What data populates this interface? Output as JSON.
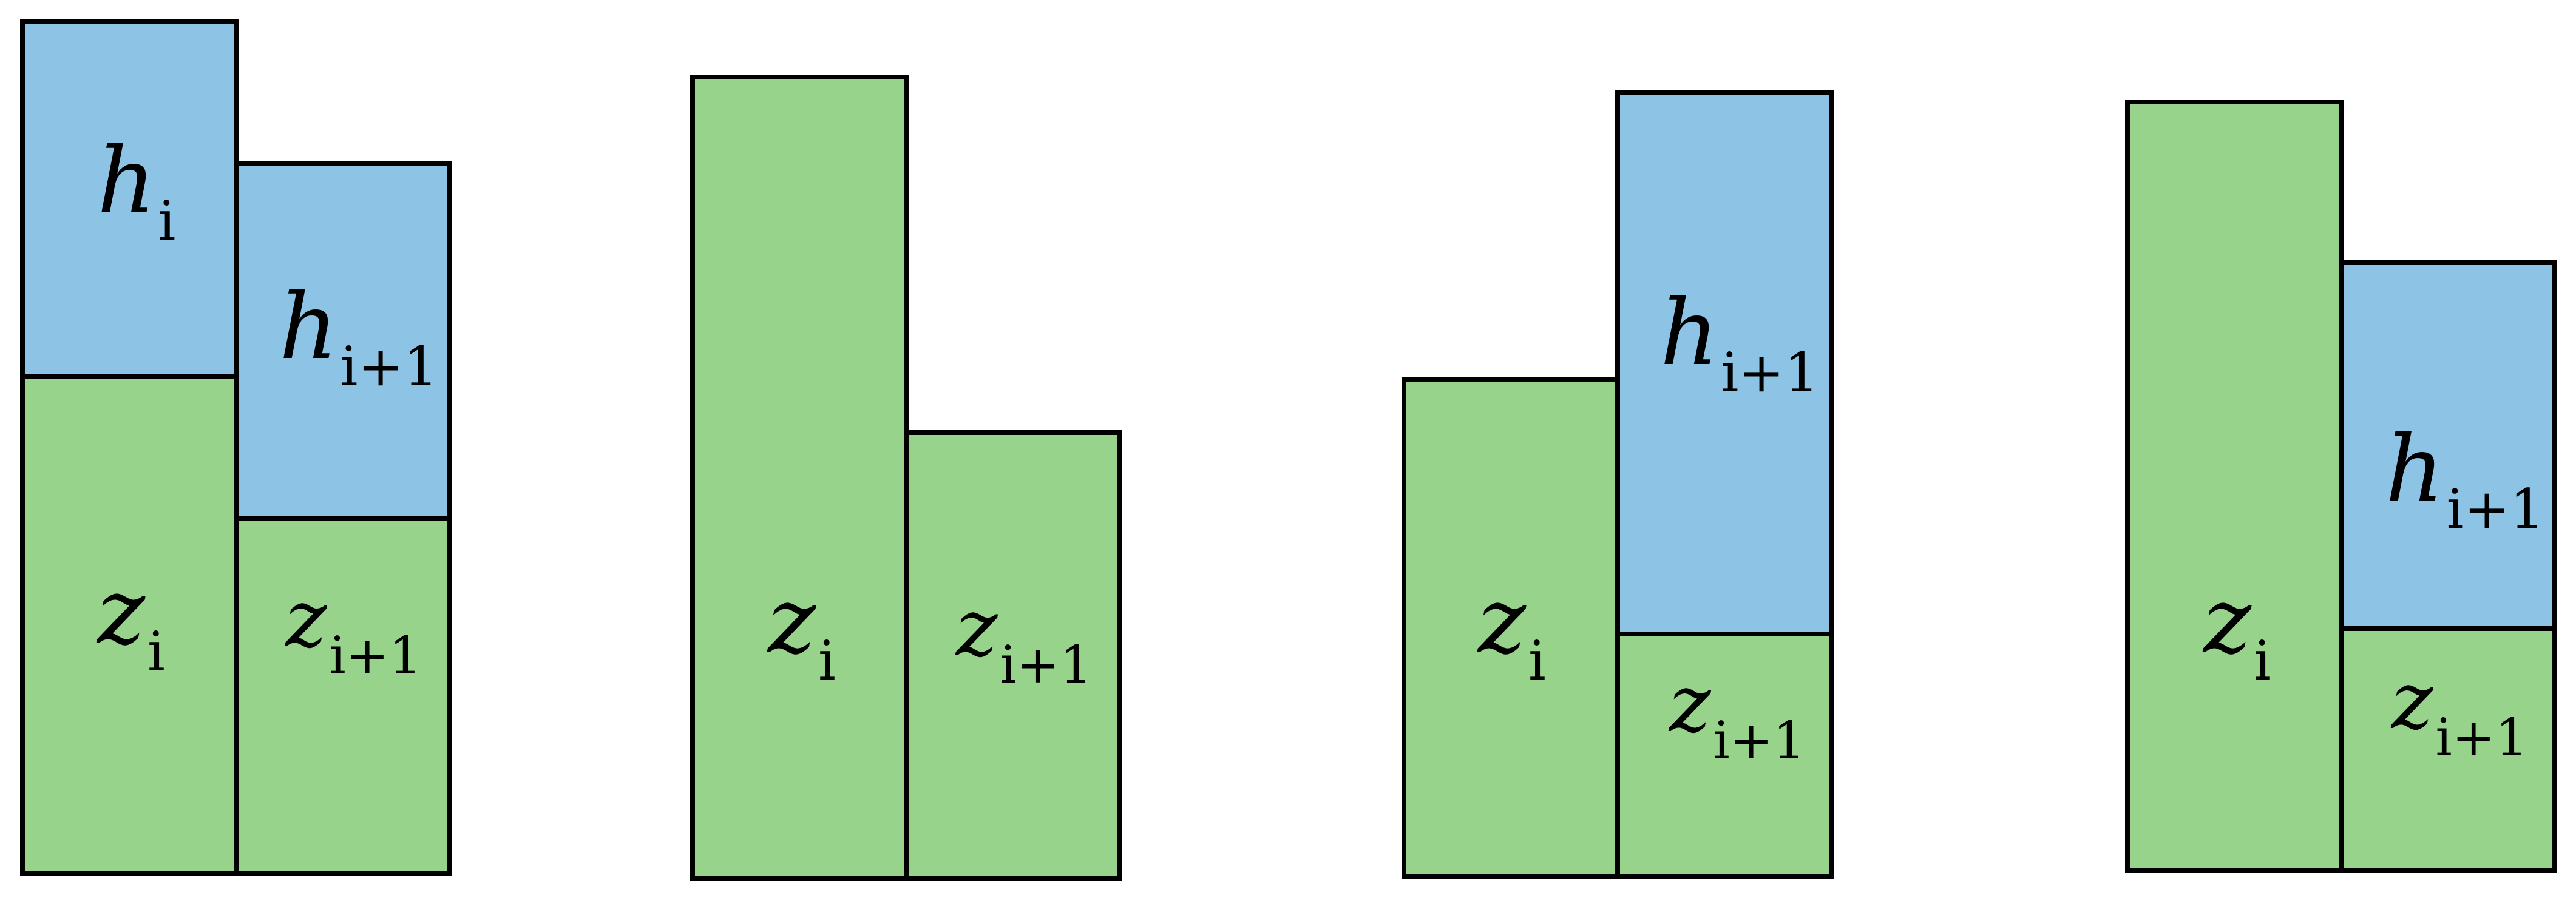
{
  "colors": {
    "terrain": "#97D38B",
    "water": "#8DC4E6",
    "outline": "#000000",
    "background": "#FFFFFF"
  },
  "panels": [
    {
      "cells": [
        {
          "z": {
            "base": "z",
            "sub": "i"
          },
          "h": {
            "base": "h",
            "sub": "i"
          }
        },
        {
          "z": {
            "base": "z",
            "sub": "i+1"
          },
          "h": {
            "base": "h",
            "sub": "i+1"
          }
        }
      ]
    },
    {
      "cells": [
        {
          "z": {
            "base": "z",
            "sub": "i"
          }
        },
        {
          "z": {
            "base": "z",
            "sub": "i+1"
          }
        }
      ]
    },
    {
      "cells": [
        {
          "z": {
            "base": "z",
            "sub": "i"
          }
        },
        {
          "z": {
            "base": "z",
            "sub": "i+1"
          },
          "h": {
            "base": "h",
            "sub": "i+1"
          }
        }
      ]
    },
    {
      "cells": [
        {
          "z": {
            "base": "z",
            "sub": "i"
          }
        },
        {
          "z": {
            "base": "z",
            "sub": "i+1"
          },
          "h": {
            "base": "h",
            "sub": "i+1"
          }
        }
      ]
    }
  ]
}
